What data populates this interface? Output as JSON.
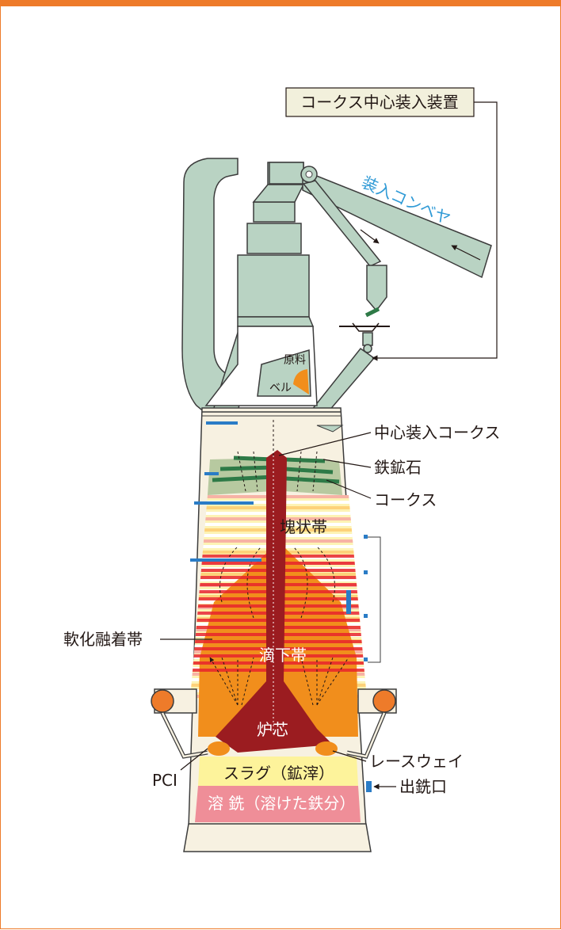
{
  "labels": {
    "coke_center_charging_device": "コークス中心装入装置",
    "charging_conveyor": "装入コンベヤ",
    "raw_material": "原料",
    "bell": "ベル",
    "center_charged_coke": "中心装入コークス",
    "iron_ore": "鉄鉱石",
    "coke": "コークス",
    "lumpy_zone": "塊状帯",
    "cohesive_zone": "軟化融着帯",
    "dripping_zone": "滴下帯",
    "furnace_core": "炉芯",
    "raceway": "レースウェイ",
    "pci": "PCI",
    "slag": "スラグ（鉱滓）",
    "taphole": "出銑口",
    "molten_iron": "溶 銑（溶けた鉄分）"
  },
  "colors": {
    "accent_border": "#ee7b2a",
    "equipment": "#b9d3c3",
    "equipment_stroke": "#3c3c3c",
    "label_box": "#f2f0dc",
    "conveyor_text": "#2f9ad6",
    "core": "#9b1c20",
    "cohesive_orange": "#f18e1c",
    "red_layer": "#e8242b",
    "ore_layer": "#2e7a47",
    "coke_layer": "#b7c9a0",
    "slag": "#fdf39b",
    "molten_iron": "#ef8e98",
    "blue_part": "#2a7cc6",
    "furnace_shell": "#f7f1e1"
  }
}
